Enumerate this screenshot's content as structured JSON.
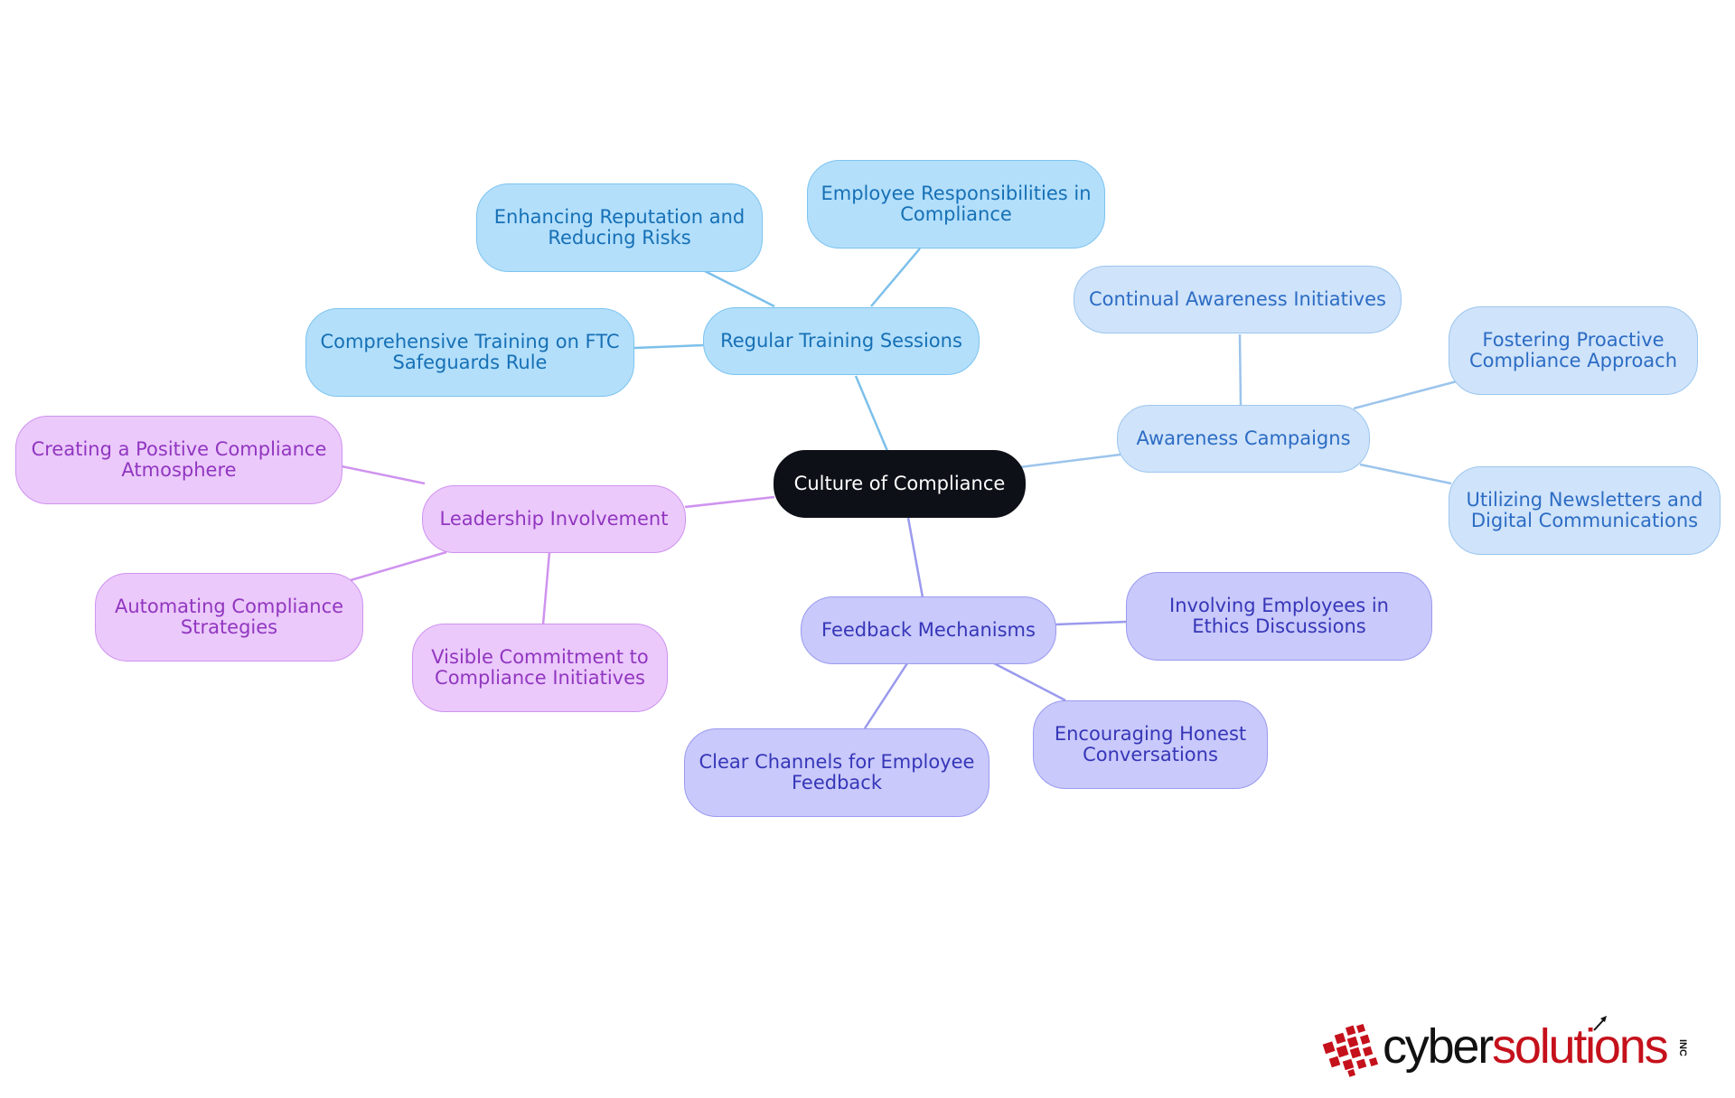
{
  "diagram": {
    "root": "Culture of Compliance",
    "branches": [
      {
        "label": "Regular Training Sessions",
        "color": "#7cc0ea",
        "children": [
          "Enhancing Reputation and Reducing Risks",
          "Employee Responsibilities in Compliance",
          "Comprehensive Training on FTC Safeguards Rule"
        ]
      },
      {
        "label": "Awareness Campaigns",
        "color": "#9cc4ec",
        "children": [
          "Continual Awareness Initiatives",
          "Fostering Proactive Compliance Approach",
          "Utilizing Newsletters and Digital Communications"
        ]
      },
      {
        "label": "Feedback Mechanisms",
        "color": "#9a9aee",
        "children": [
          "Involving Employees in Ethics Discussions",
          "Encouraging Honest Conversations",
          "Clear Channels for Employee Feedback"
        ]
      },
      {
        "label": "Leadership Involvement",
        "color": "#cf93ef",
        "children": [
          "Creating a Positive Compliance Atmosphere",
          "Automating Compliance Strategies",
          "Visible Commitment to Compliance Initiatives"
        ]
      }
    ]
  },
  "logo": {
    "brand_cyber": "cyber",
    "brand_solutions": "solutions",
    "suffix": "INC",
    "mark_color": "#c5111b"
  }
}
